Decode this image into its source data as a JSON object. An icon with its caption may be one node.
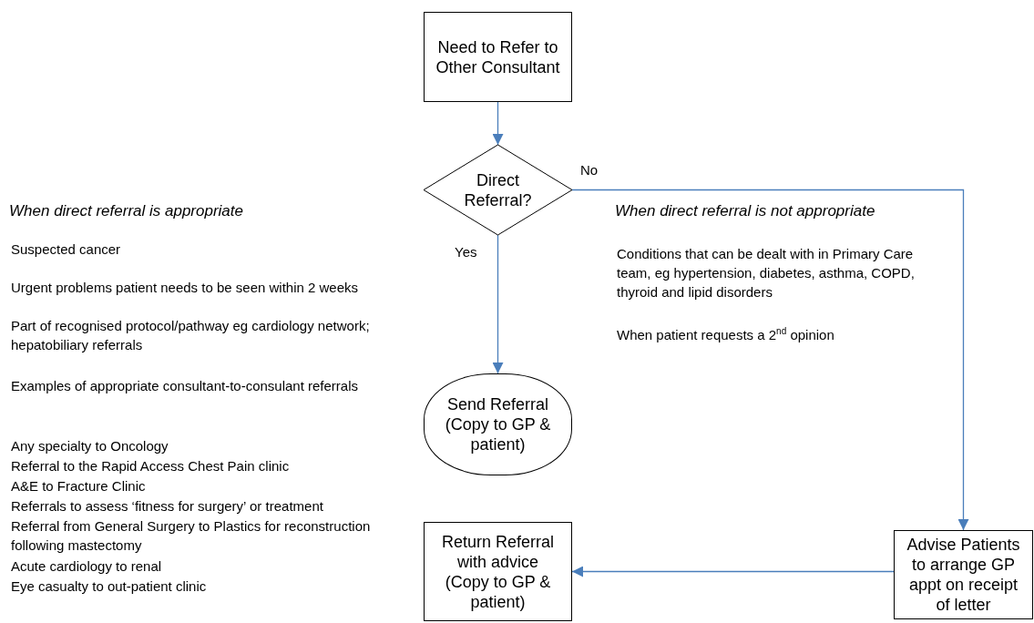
{
  "diagram": {
    "nodes": [
      {
        "text": [
          "Need to Refer to Other Consultant"
        ]
      },
      {
        "text": [
          "Direct Referral?"
        ]
      },
      {
        "text": [
          "Send Referral (Copy to GP & patient)"
        ]
      },
      {
        "text": [
          "Return Referral with advice (Copy to GP & patient)"
        ]
      },
      {
        "text": [
          "Advise Patients to arrange GP appt on receipt of letter"
        ]
      }
    ],
    "edges": [
      {
        "from": 0,
        "to": 1,
        "arrow": "to"
      },
      {
        "from": 1,
        "to": 2,
        "arrow": "to",
        "label": "Yes"
      },
      {
        "from": 1,
        "to": 4,
        "arrow": "to",
        "label": "No"
      },
      {
        "from": 4,
        "to": 3,
        "arrow": "to"
      }
    ],
    "labels": [
      "When direct referral is appropriate",
      "Suspected cancer",
      "Urgent problems patient needs to be seen within 2 weeks",
      "Part of recognised protocol/pathway eg cardiology network; hepatobiliary referrals",
      "Examples of appropriate consultant-to-consulant referrals",
      "Any specialty to Oncology",
      "Referral to the Rapid Access Chest Pain clinic",
      "A&E to Fracture Clinic",
      "Referrals to assess ‘fitness for surgery’ or treatment",
      "Referral from General Surgery to Plastics for reconstruction following mastectomy",
      "Acute cardiology to renal",
      "Eye casualty to out-patient clinic",
      "When direct referral is not appropriate",
      "Conditions that can be dealt with in Primary Care team, eg hypertension, diabetes, asthma, COPD, thyroid and lipid disorders",
      "When patient requests a 2$^{nd}$ opinion"
    ]
  }
}
